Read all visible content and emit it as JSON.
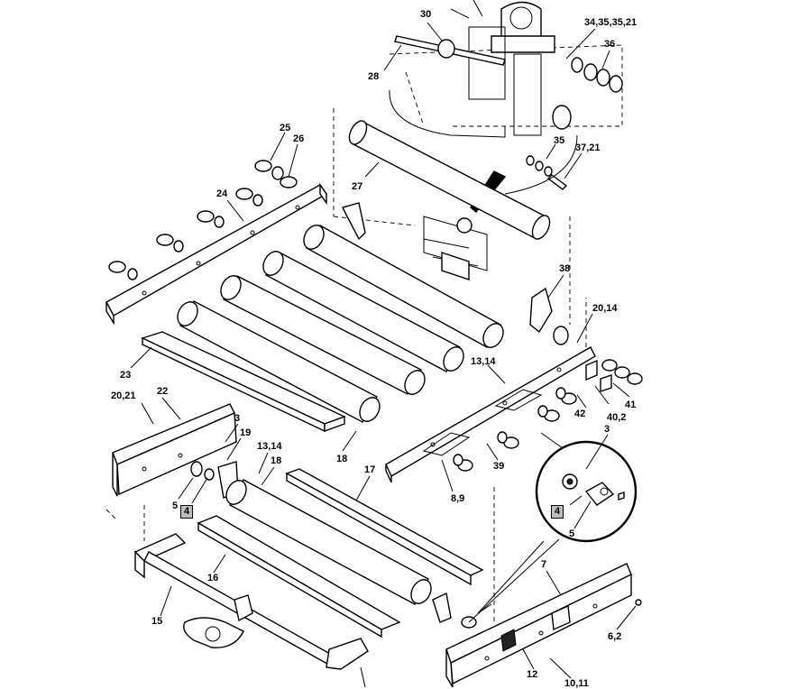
{
  "callouts": [
    "30",
    "34,35,35,21",
    "36",
    "28",
    "35",
    "37,21",
    "25",
    "26",
    "27",
    "24",
    "38",
    "20,14",
    "13,14",
    "23",
    "41",
    "42",
    "40,2",
    "20,21",
    "22",
    "3",
    "19",
    "13,14",
    "18",
    "18",
    "39",
    "17",
    "8,9",
    "5",
    "4",
    "3",
    "4",
    "5",
    "7",
    "16",
    "15",
    "6,2",
    "12",
    "10,11"
  ],
  "boxed_callouts": [
    "4",
    "4"
  ]
}
